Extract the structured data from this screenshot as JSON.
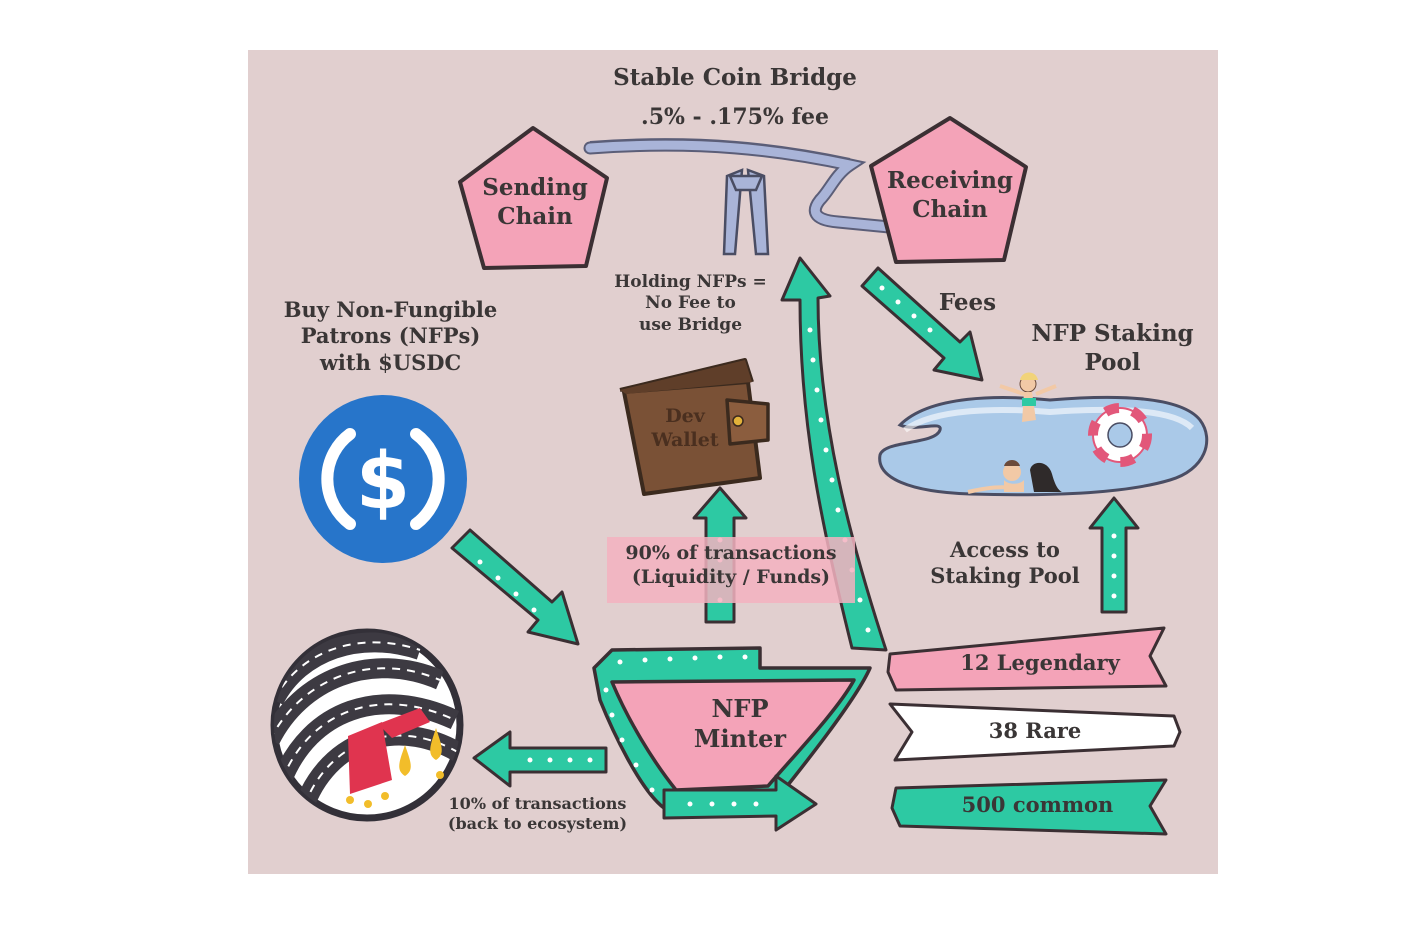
{
  "bridge": {
    "title": "Stable Coin Bridge",
    "fee": ".5% - .175% fee",
    "sending_line1": "Sending",
    "sending_line2": "Chain",
    "receiving_line1": "Receiving",
    "receiving_line2": "Chain",
    "holding_line1": "Holding NFPs =",
    "holding_line2": "No Fee to",
    "holding_line3": "use Bridge"
  },
  "buy": {
    "line1": "Buy Non-Fungible",
    "line2": "Patrons (NFPs)",
    "line3": "with $USDC",
    "usdc_symbol": "$"
  },
  "dev_wallet": {
    "line1": "Dev",
    "line2": "Wallet"
  },
  "liquidity": {
    "line1": "90% of transactions",
    "line2": "(Liquidity / Funds)"
  },
  "minter": {
    "line1": "NFP",
    "line2": "Minter"
  },
  "ecosystem": {
    "line1": "10% of transactions",
    "line2": "(back to ecosystem)"
  },
  "fees": {
    "label": "Fees"
  },
  "staking": {
    "title_line1": "NFP Staking",
    "title_line2": "Pool",
    "access_line1": "Access to",
    "access_line2": "Staking Pool"
  },
  "tiers": {
    "legendary": "12 Legendary",
    "rare": "38 Rare",
    "common": "500 common"
  },
  "colors": {
    "background": "#e1cfcf",
    "pink": "#f4a3b8",
    "teal": "#2dc9a3",
    "usdc_blue": "#2775ca",
    "wallet_brown": "#7a5136",
    "pool_blue": "#aac9e8",
    "text": "#3a3636"
  },
  "icons": [
    "bridge-icon",
    "usdc-coin-icon",
    "wallet-icon",
    "swimming-pool-icon",
    "fuel-pump-roads-icon",
    "arrow-icon"
  ]
}
